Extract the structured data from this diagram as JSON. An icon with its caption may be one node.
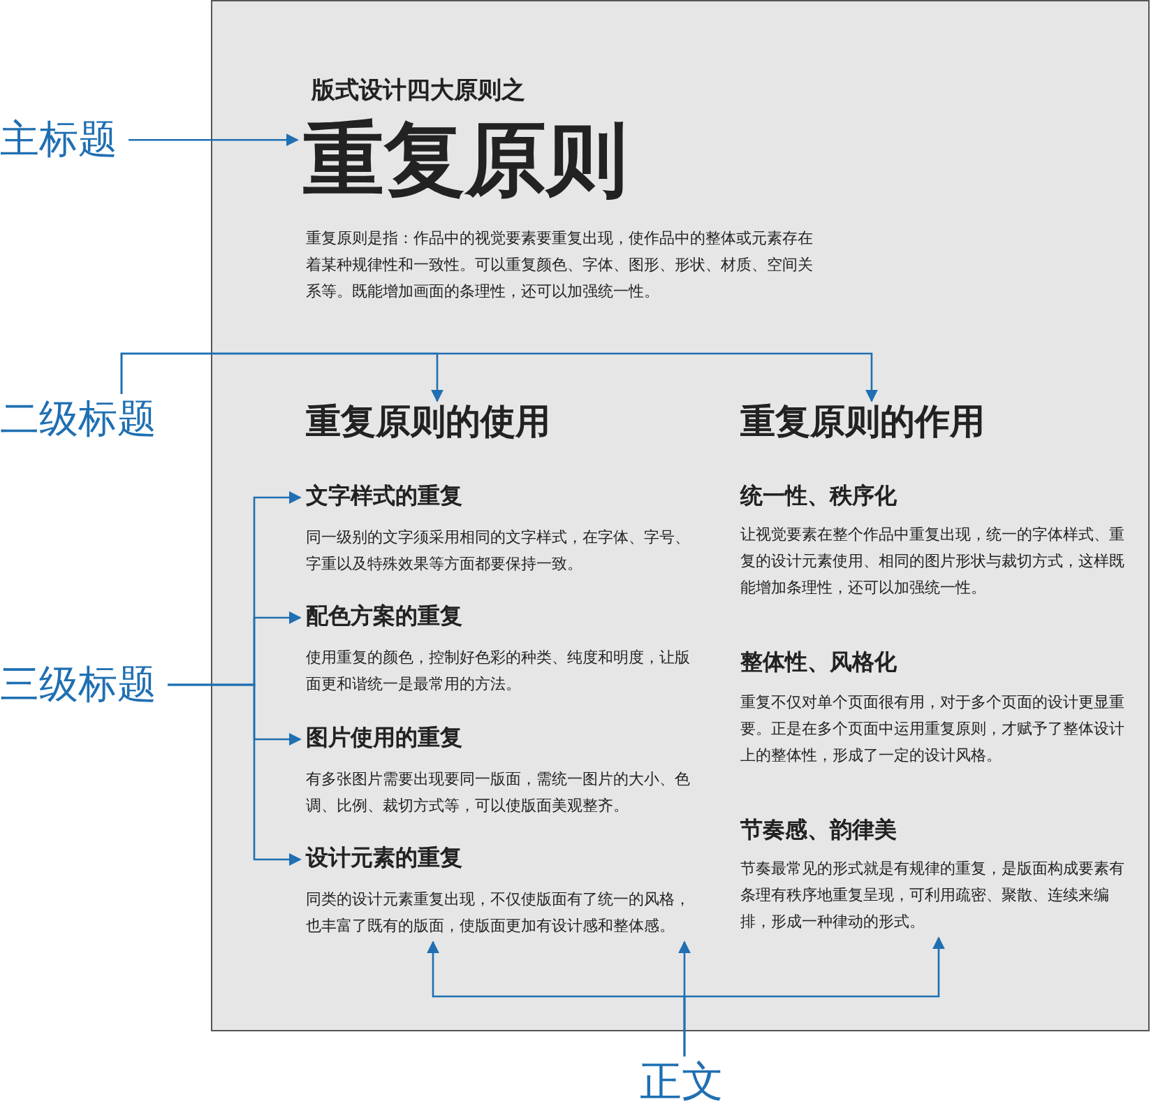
{
  "diagram": {
    "nodes": [
      {
        "text": [
          "主标题"
        ]
      },
      {
        "text": [],
        "shape": "box"
      },
      {
        "text": [
          "版式设计四大原则之"
        ],
        "in": 1
      },
      {
        "text": [
          "重复原则"
        ],
        "in": 1
      },
      {
        "text": [
          "重复原则是指：作品中的视觉要素要重复出现，使作品中的整体或元素存在着某种规律性和一致性。可以重复颜色、字体、图形、形状、材质、空间关系等。既能增加画面的条理性，还可以加强统一性。"
        ],
        "in": 1
      },
      {
        "text": [
          "二级标题"
        ]
      },
      {
        "text": [
          "重复原则的使用"
        ],
        "in": 1
      },
      {
        "text": [
          "重复原则的作用"
        ],
        "in": 1
      },
      {
        "text": [
          "三级标题"
        ]
      },
      {
        "text": [
          "文字样式的重复"
        ],
        "in": 1
      },
      {
        "text": [
          "同一级别的文字须采用相同的文字样式，在字体、字号、字重以及特殊效果等方面都要保持一致。"
        ],
        "in": 1
      },
      {
        "text": [
          "配色方案的重复"
        ],
        "in": 1
      },
      {
        "text": [
          "使用重复的颜色，控制好色彩的种类、纯度和明度，让版面更和谐统一是最常用的方法。"
        ],
        "in": 1
      },
      {
        "text": [
          "图片使用的重复"
        ],
        "in": 1
      },
      {
        "text": [
          "有多张图片需要出现要同一版面，需统一图片的大小、色调、比例、裁切方式等，可以使版面美观整齐。"
        ],
        "in": 1
      },
      {
        "text": [
          "设计元素的重复"
        ],
        "in": 1
      },
      {
        "text": [
          "同类的设计元素重复出现，不仅使版面有了统一的风格，也丰富了既有的版面，使版面更加有设计感和整体感。"
        ],
        "in": 1
      },
      {
        "text": [
          "统一性、秩序化"
        ],
        "in": 1
      },
      {
        "text": [
          "让视觉要素在整个作品中重复出现，统一的字体样式、重复的设计元素使用、相同的图片形状与裁切方式，这样既能增加条理性，还可以加强统一性。"
        ],
        "in": 1
      },
      {
        "text": [
          "整体性、风格化"
        ],
        "in": 1
      },
      {
        "text": [
          "重复不仅对单个页面很有用，对于多个页面的设计更显重要。正是在多个页面中运用重复原则，才赋予了整体设计上的整体性，形成了一定的设计风格。"
        ],
        "in": 1
      },
      {
        "text": [
          "节奏感、韵律美"
        ],
        "in": 1
      },
      {
        "text": [
          "节奏最常见的形式就是有规律的重复，是版面构成要素有条理有秩序地重复呈现，可利用疏密、聚散、连续来编排，形成一种律动的形式。"
        ],
        "in": 1
      },
      {
        "text": [
          "正文"
        ]
      }
    ],
    "edges": [
      {
        "from": 0,
        "to": 3,
        "arrow": "to"
      },
      {
        "from": 5,
        "to": 6,
        "arrow": "to"
      },
      {
        "from": 5,
        "to": 7,
        "arrow": "to"
      },
      {
        "from": 8,
        "to": 9,
        "arrow": "to"
      },
      {
        "from": 8,
        "to": 11,
        "arrow": "to"
      },
      {
        "from": 8,
        "to": 13,
        "arrow": "to"
      },
      {
        "from": 8,
        "to": 15,
        "arrow": "to"
      },
      {
        "from": 23,
        "to": 16,
        "arrow": "to"
      },
      {
        "from": 23,
        "to": 16,
        "arrow": "to"
      },
      {
        "from": 23,
        "to": 22,
        "arrow": "to"
      }
    ]
  }
}
